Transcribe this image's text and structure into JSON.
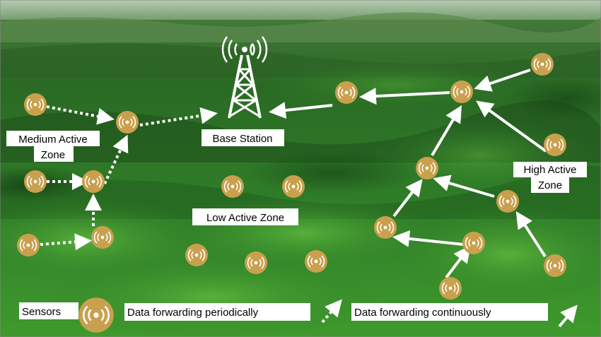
{
  "labels": {
    "base_station": "Base Station",
    "medium_zone_line1": "Medium Active",
    "medium_zone_line2": "Zone",
    "low_zone": "Low Active Zone",
    "high_zone_line1": "High Active",
    "high_zone_line2": "Zone"
  },
  "legend": {
    "sensors": "Sensors",
    "periodic": "Data forwarding periodically",
    "continuous": "Data forwarding continuously"
  },
  "icons": {
    "sensor": "sensor-broadcast-icon",
    "tower": "base-station-tower-icon",
    "periodic_arrow": "dotted-arrow-icon",
    "continuous_arrow": "solid-arrow-icon"
  },
  "colors": {
    "sensor_fill": "#c9a04e",
    "arrow": "#ffffff",
    "forest_dark": "#1f5a1c",
    "forest_light": "#3e9a2c"
  }
}
